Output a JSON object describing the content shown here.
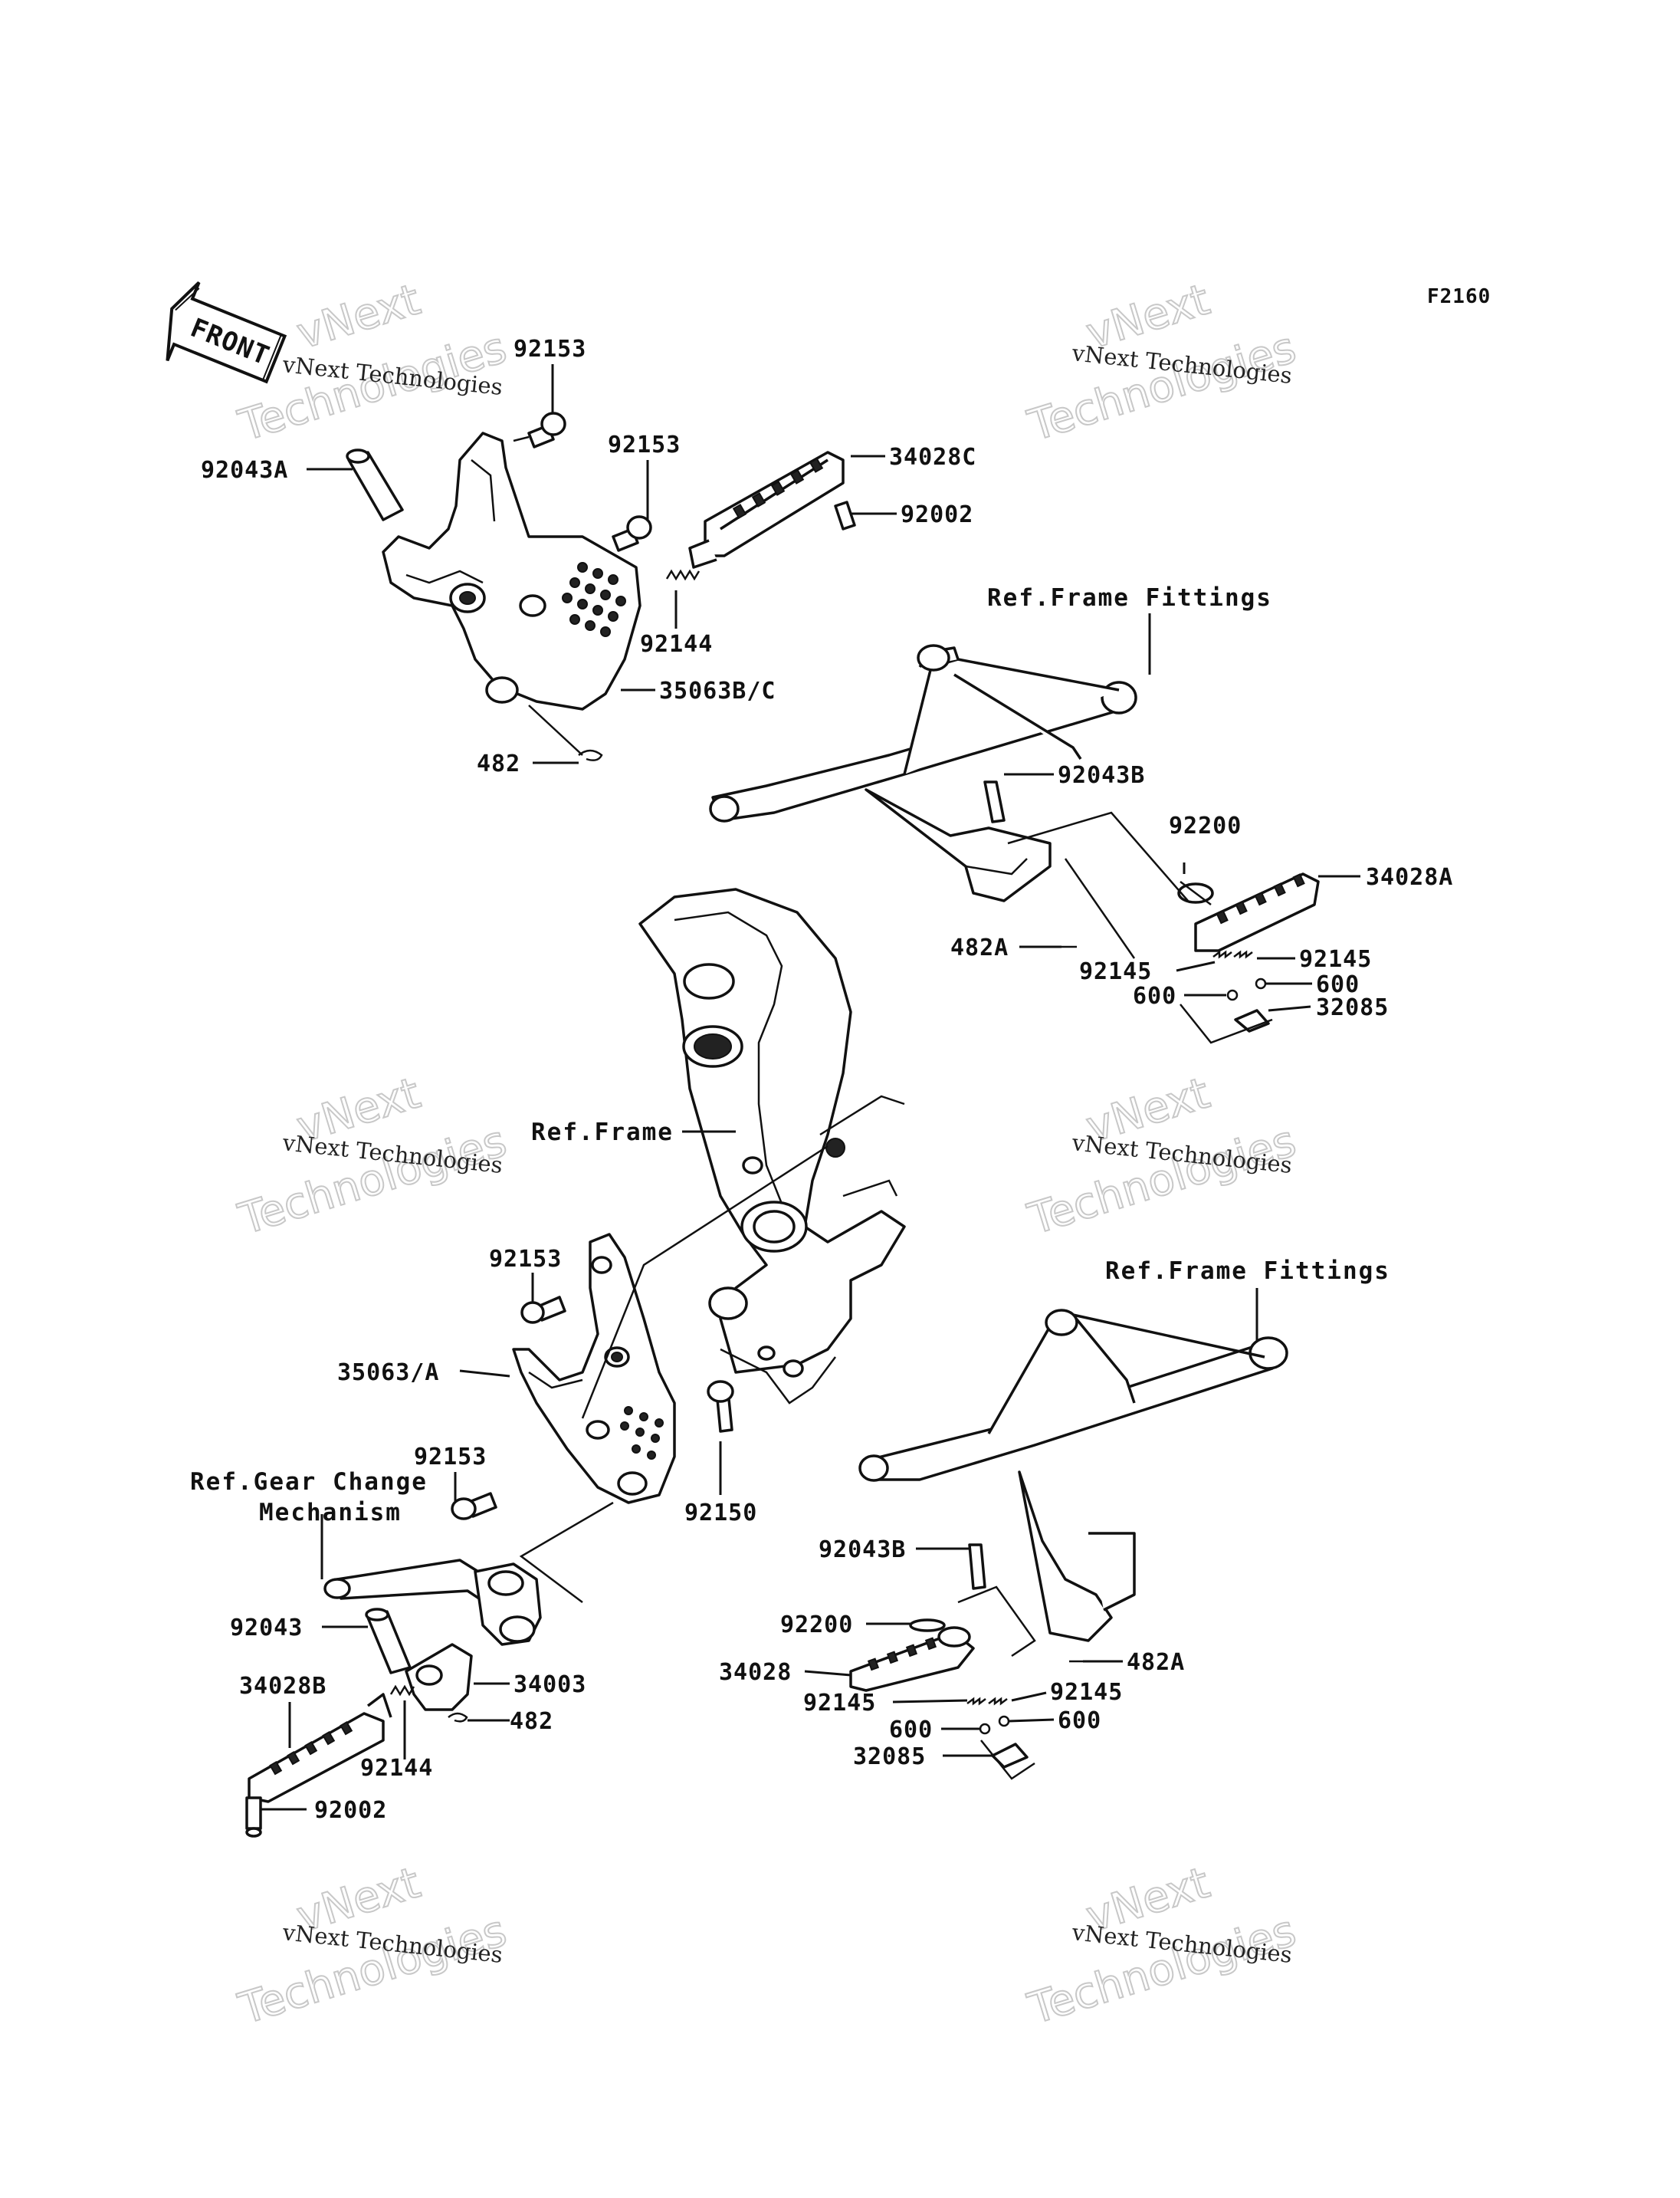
{
  "diagram_code": "F2160",
  "front_label": "FRONT",
  "watermark": {
    "small": "vNext Technologies",
    "big_top": "vNext",
    "big_bottom": "Technologies"
  },
  "refs": {
    "frame_fittings_top": "Ref.Frame Fittings",
    "frame_fittings_bottom": "Ref.Frame Fittings",
    "frame": "Ref.Frame",
    "gear_change_line1": "Ref.Gear Change",
    "gear_change_line2": "Mechanism"
  },
  "parts": {
    "p92153_a": "92153",
    "p92153_b": "92153",
    "p92153_c": "92153",
    "p92153_d": "92153",
    "p92043A": "92043A",
    "p34028C": "34028C",
    "p92002_top": "92002",
    "p92144_top": "92144",
    "p35063BC": "35063B/C",
    "p482_top": "482",
    "p92043B_top": "92043B",
    "p92200_top": "92200",
    "p34028A": "34028A",
    "p482A_top": "482A",
    "p92145_top_l": "92145",
    "p92145_top_r": "92145",
    "p600_top_l": "600",
    "p600_top_r": "600",
    "p32085_top": "32085",
    "p35063A": "35063/A",
    "p92150": "92150",
    "p92043": "92043",
    "p34028B": "34028B",
    "p34003": "34003",
    "p482_bottom": "482",
    "p92144_bottom": "92144",
    "p92002_bottom": "92002",
    "p92043B_bottom": "92043B",
    "p92200_bottom": "92200",
    "p482A_bottom": "482A",
    "p34028": "34028",
    "p92145_bottom_l": "92145",
    "p92145_bottom_r": "92145",
    "p600_bottom_l": "600",
    "p600_bottom_r": "600",
    "p32085_bottom": "32085"
  }
}
